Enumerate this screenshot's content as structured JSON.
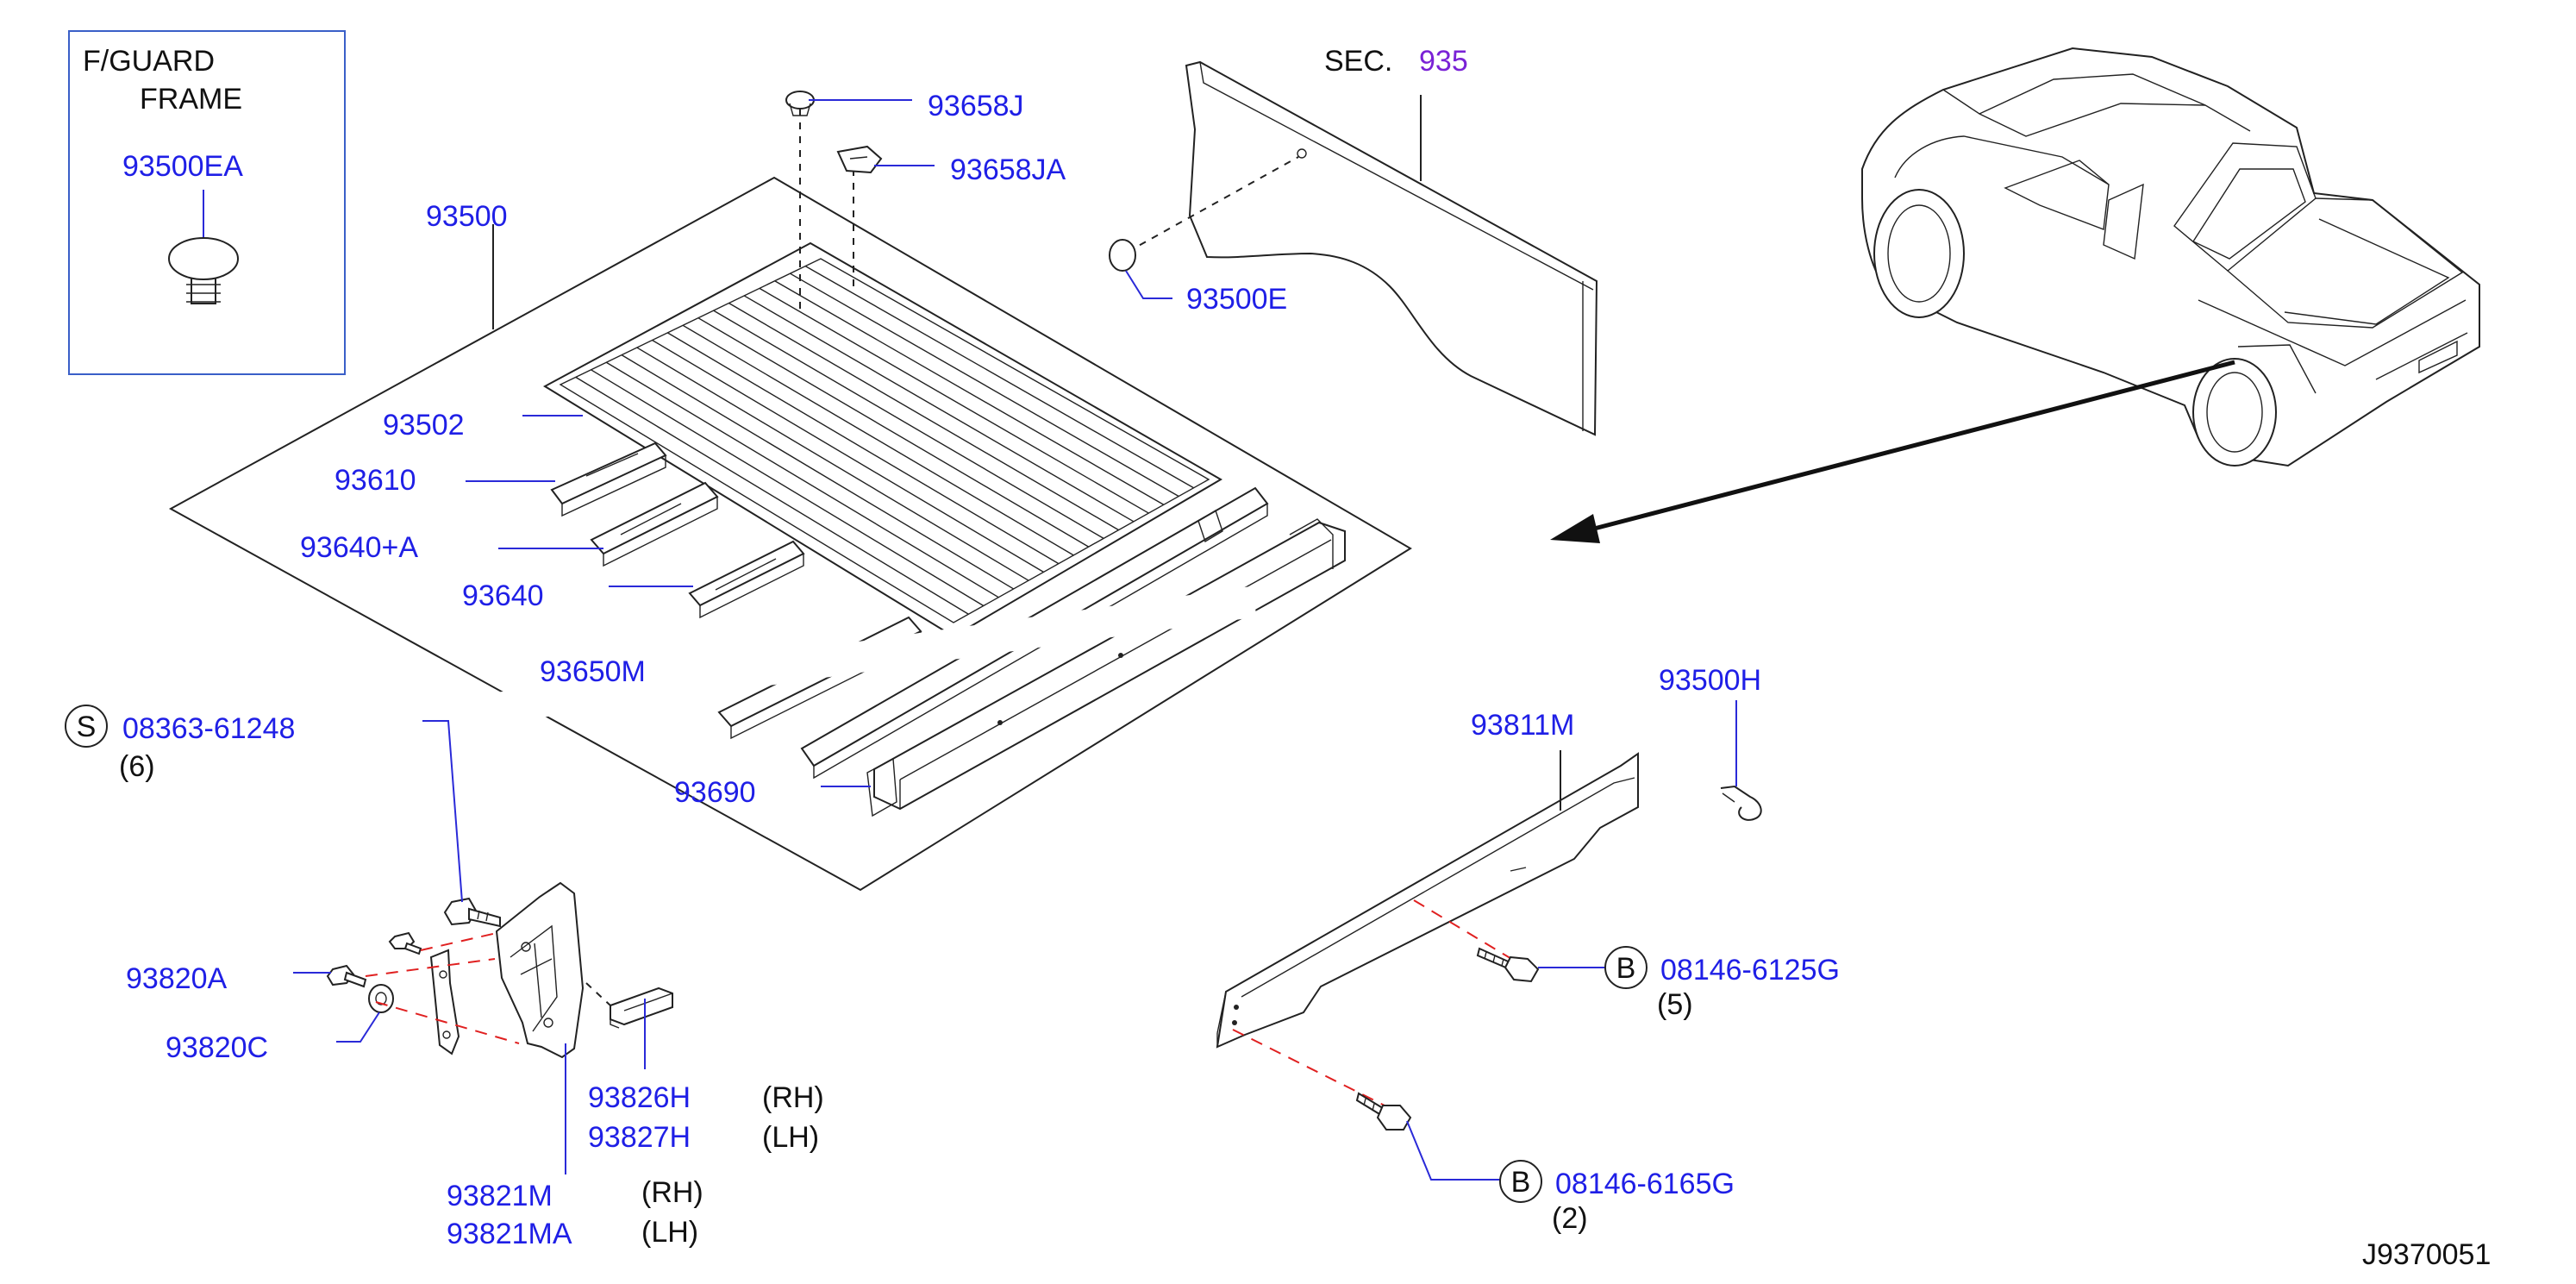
{
  "inset": {
    "title_line1": "F/GUARD",
    "title_line2": "FRAME",
    "part": "93500EA"
  },
  "sec_ref": {
    "prefix": "SEC.",
    "number": "935"
  },
  "parts": {
    "p93500": "93500",
    "p93502": "93502",
    "p93610": "93610",
    "p93640a": "93640+A",
    "p93640": "93640",
    "p93650m": "93650M",
    "p93690": "93690",
    "p93658j": "93658J",
    "p93658ja": "93658JA",
    "p93500e": "93500E",
    "p93500h": "93500H",
    "p93811m": "93811M",
    "p93820a": "93820A",
    "p93820c": "93820C",
    "p93826h": "93826H",
    "p93827h": "93827H",
    "p93821m": "93821M",
    "p93821ma": "93821MA"
  },
  "sides": {
    "rh": "(RH)",
    "lh": "(LH)"
  },
  "fasteners": {
    "s_bolt": {
      "symbol": "S",
      "part": "08363-61248",
      "qty": "(6)"
    },
    "b_bolt_1": {
      "symbol": "B",
      "part": "08146-6125G",
      "qty": "(5)"
    },
    "b_bolt_2": {
      "symbol": "B",
      "part": "08146-6165G",
      "qty": "(2)"
    }
  },
  "diagram_id": "J9370051",
  "colors": {
    "part_label": "#1f1fe6",
    "section_ref": "#7a22d6",
    "leader_dash": "#e02020"
  }
}
